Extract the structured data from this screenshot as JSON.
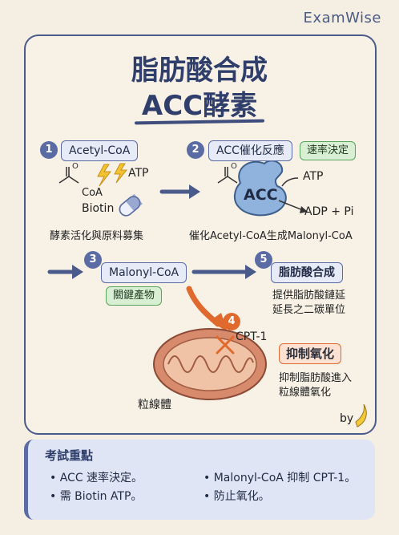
{
  "brand": "ExamWise",
  "title_line1": "脂肪酸合成",
  "title_line2": "ACC酵素",
  "steps": {
    "s1": {
      "num": "1",
      "label": "Acetyl-CoA",
      "caption": "酵素活化與原料募集"
    },
    "s2": {
      "num": "2",
      "label": "ACC催化反應",
      "tag": "速率決定",
      "caption": "催化Acetyl-CoA生成Malonyl-CoA"
    },
    "s3": {
      "num": "3",
      "label": "Malonyl-CoA",
      "tag": "關鍵產物"
    },
    "s4": {
      "num": "4",
      "label": "CPT-1",
      "tag": "抑制氧化",
      "desc_line1": "抑制脂肪酸進入",
      "desc_line2": "粒線體氧化"
    },
    "s5": {
      "num": "5",
      "label": "脂肪酸合成",
      "desc_line1": "提供脂肪酸鏈延",
      "desc_line2": "延長之二碳單位"
    }
  },
  "molecules": {
    "coa": "CoA",
    "atp_left": "ATP",
    "biotin": "Biotin",
    "acc": "ACC",
    "atp_right": "ATP",
    "adp_pi": "ADP + Pi",
    "mito": "粒線體"
  },
  "byline": "by",
  "key_points": {
    "title": "考試重點",
    "items": [
      "ACC 速率決定。",
      "Malonyl-CoA 抑制 CPT-1。",
      "需 Biotin ATP。",
      "防止氧化。"
    ]
  },
  "colors": {
    "primary": "#4a5a8a",
    "accent_orange": "#e06a2e",
    "green": "#57a65b",
    "paper": "#f5efe3"
  }
}
